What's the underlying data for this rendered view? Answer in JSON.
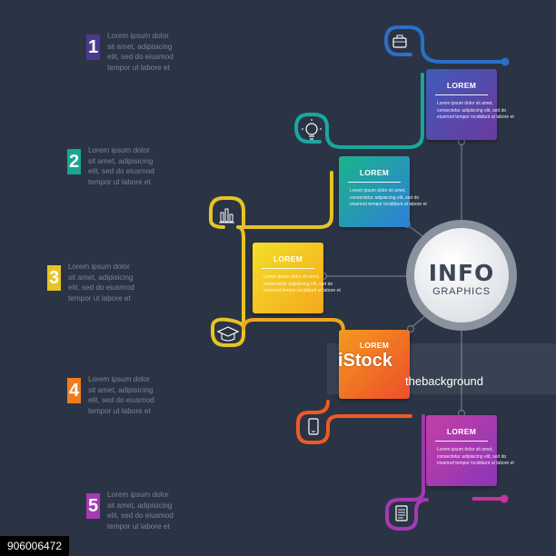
{
  "left_items": [
    {
      "number": "1",
      "color": "#4a3a8f",
      "lines": [
        "Lorem ipsum dolor",
        "sit amet, adipisicing",
        "elit, sed do eiusmod",
        "tempor ut labore et"
      ]
    },
    {
      "number": "2",
      "color": "#1aa593",
      "lines": [
        "Lorem ipsum dolor",
        "sit amet, adipisicing",
        "elit, sed do eiusmod",
        "tempor ut labore et"
      ]
    },
    {
      "number": "3",
      "color": "#e7c325",
      "lines": [
        "Lorem ipsum dolor",
        "sit amet, adipisicing",
        "elit, sed do eiusmod",
        "tempor ut labore et"
      ]
    },
    {
      "number": "4",
      "color": "#ef7d1f",
      "lines": [
        "Lorem ipsum dolor",
        "sit amet, adipisicing",
        "elit, sed do eiusmod",
        "tempor ut labore et"
      ]
    },
    {
      "number": "5",
      "color": "#a33bb2",
      "lines": [
        "Lorem ipsum dolor",
        "sit amet, adipisicing",
        "elit, sed do eiusmod",
        "tempor ut labore et"
      ]
    }
  ],
  "cards": [
    {
      "title": "LOREM",
      "lines": [
        "Lorem ipsum dolor sit amet,",
        "consectetur adipisicing elit, sed do",
        "eiusmod tempor incididunt ut labore et"
      ]
    },
    {
      "title": "LOREM",
      "lines": [
        "Lorem ipsum dolor sit amet,",
        "consectetur adipisicing elit, sed do",
        "eiusmod tempor incididunt ut labore et"
      ]
    },
    {
      "title": "LOREM",
      "lines": [
        "Lorem ipsum dolor sit amet,",
        "consectetur adipisicing elit, sed do",
        "eiusmod tempor incididunt ut labore et"
      ]
    },
    {
      "title": "LOREM",
      "lines": []
    },
    {
      "title": "LOREM",
      "lines": [
        "Lorem ipsum dolor sit amet,",
        "consectetur adipisicing elit, sed do",
        "eiusmod tempor incididunt ut labore et"
      ]
    }
  ],
  "center": {
    "title": "INFO",
    "subtitle": "GRAPHICS"
  },
  "icons": [
    "briefcase-icon",
    "lightbulb-icon",
    "bar-chart-icon",
    "graduation-cap-icon",
    "smartphone-icon",
    "document-icon"
  ],
  "watermark": {
    "brand": "iStock",
    "credit": "thebackground"
  },
  "stock_id": "906006472"
}
